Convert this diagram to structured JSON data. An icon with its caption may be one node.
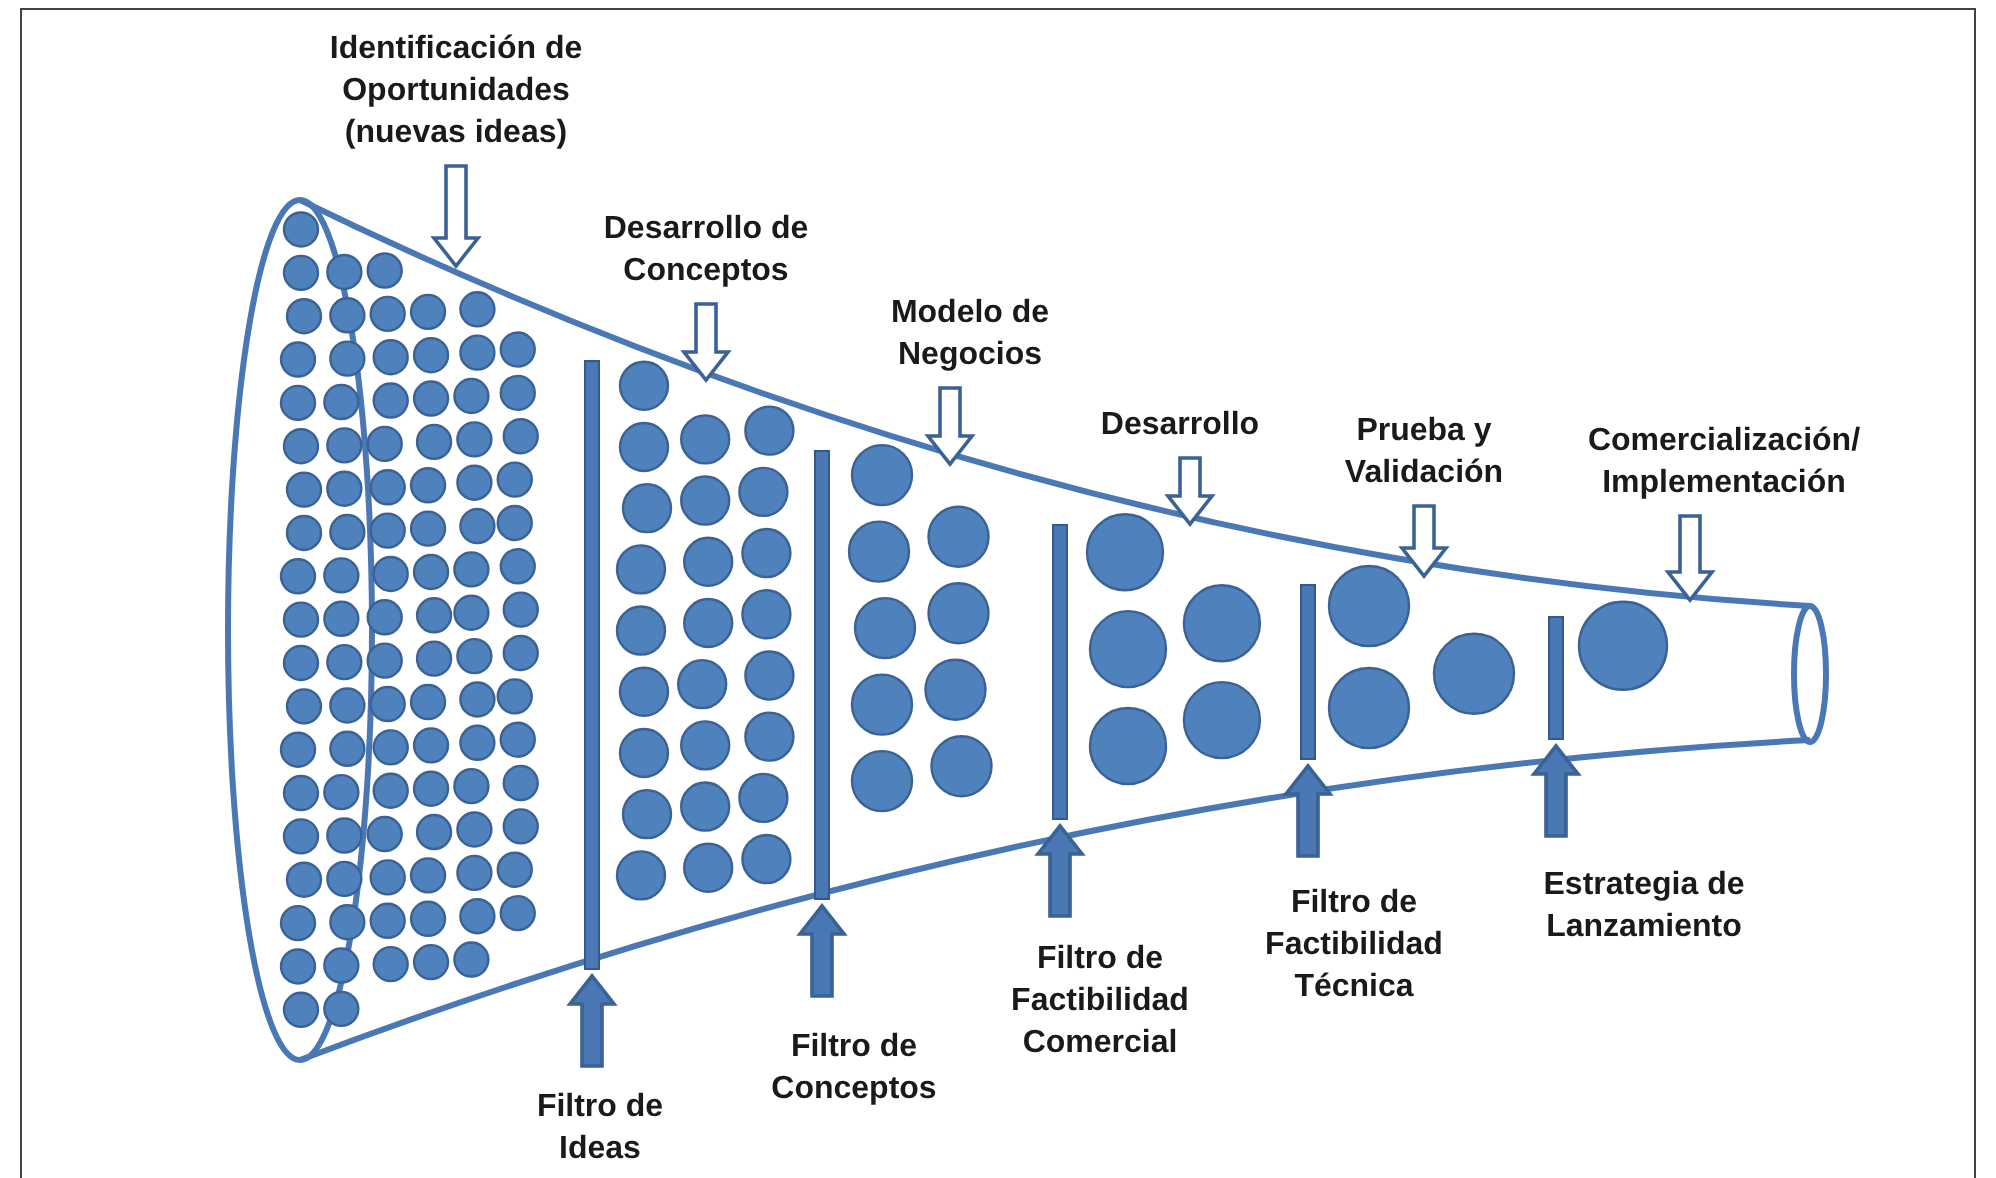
{
  "diagram": {
    "nodes": [
      {
        "text": [
          "Identificación de Oportunidades (nuevas ideas)"
        ]
      },
      {
        "text": [
          "Desarrollo de Conceptos"
        ]
      },
      {
        "text": [
          "Modelo de Negocios"
        ]
      },
      {
        "text": [
          "Desarrollo"
        ]
      },
      {
        "text": [
          "Prueba y Validación"
        ]
      },
      {
        "text": [
          "Comercialización/ Implementación"
        ]
      },
      {
        "text": [],
        "shape": "bar"
      },
      {
        "text": [],
        "shape": "bar"
      },
      {
        "text": [],
        "shape": "bar"
      },
      {
        "text": [],
        "shape": "bar"
      },
      {
        "text": [],
        "shape": "bar"
      },
      {
        "text": [
          "Filtro de Ideas"
        ]
      },
      {
        "text": [
          "Filtro de Conceptos"
        ]
      },
      {
        "text": [
          "Filtro de Factibilidad Comercial"
        ]
      },
      {
        "text": [
          "Filtro de Factibilidad Técnica"
        ]
      },
      {
        "text": [
          "Estrategia de Lanzamiento"
        ]
      }
    ],
    "edges": [
      {
        "from": 0,
        "to": null,
        "arrow": "to"
      },
      {
        "from": 1,
        "to": null,
        "arrow": "to"
      },
      {
        "from": 2,
        "to": null,
        "arrow": "to"
      },
      {
        "from": 3,
        "to": null,
        "arrow": "to"
      },
      {
        "from": 4,
        "to": null,
        "arrow": "to"
      },
      {
        "from": 5,
        "to": null,
        "arrow": "to"
      },
      {
        "from": 11,
        "to": 6,
        "arrow": "to"
      },
      {
        "from": 12,
        "to": 7,
        "arrow": "to"
      },
      {
        "from": 13,
        "to": 8,
        "arrow": "to"
      },
      {
        "from": 14,
        "to": 9,
        "arrow": "to"
      },
      {
        "from": 15,
        "to": 10,
        "arrow": "to"
      }
    ]
  }
}
